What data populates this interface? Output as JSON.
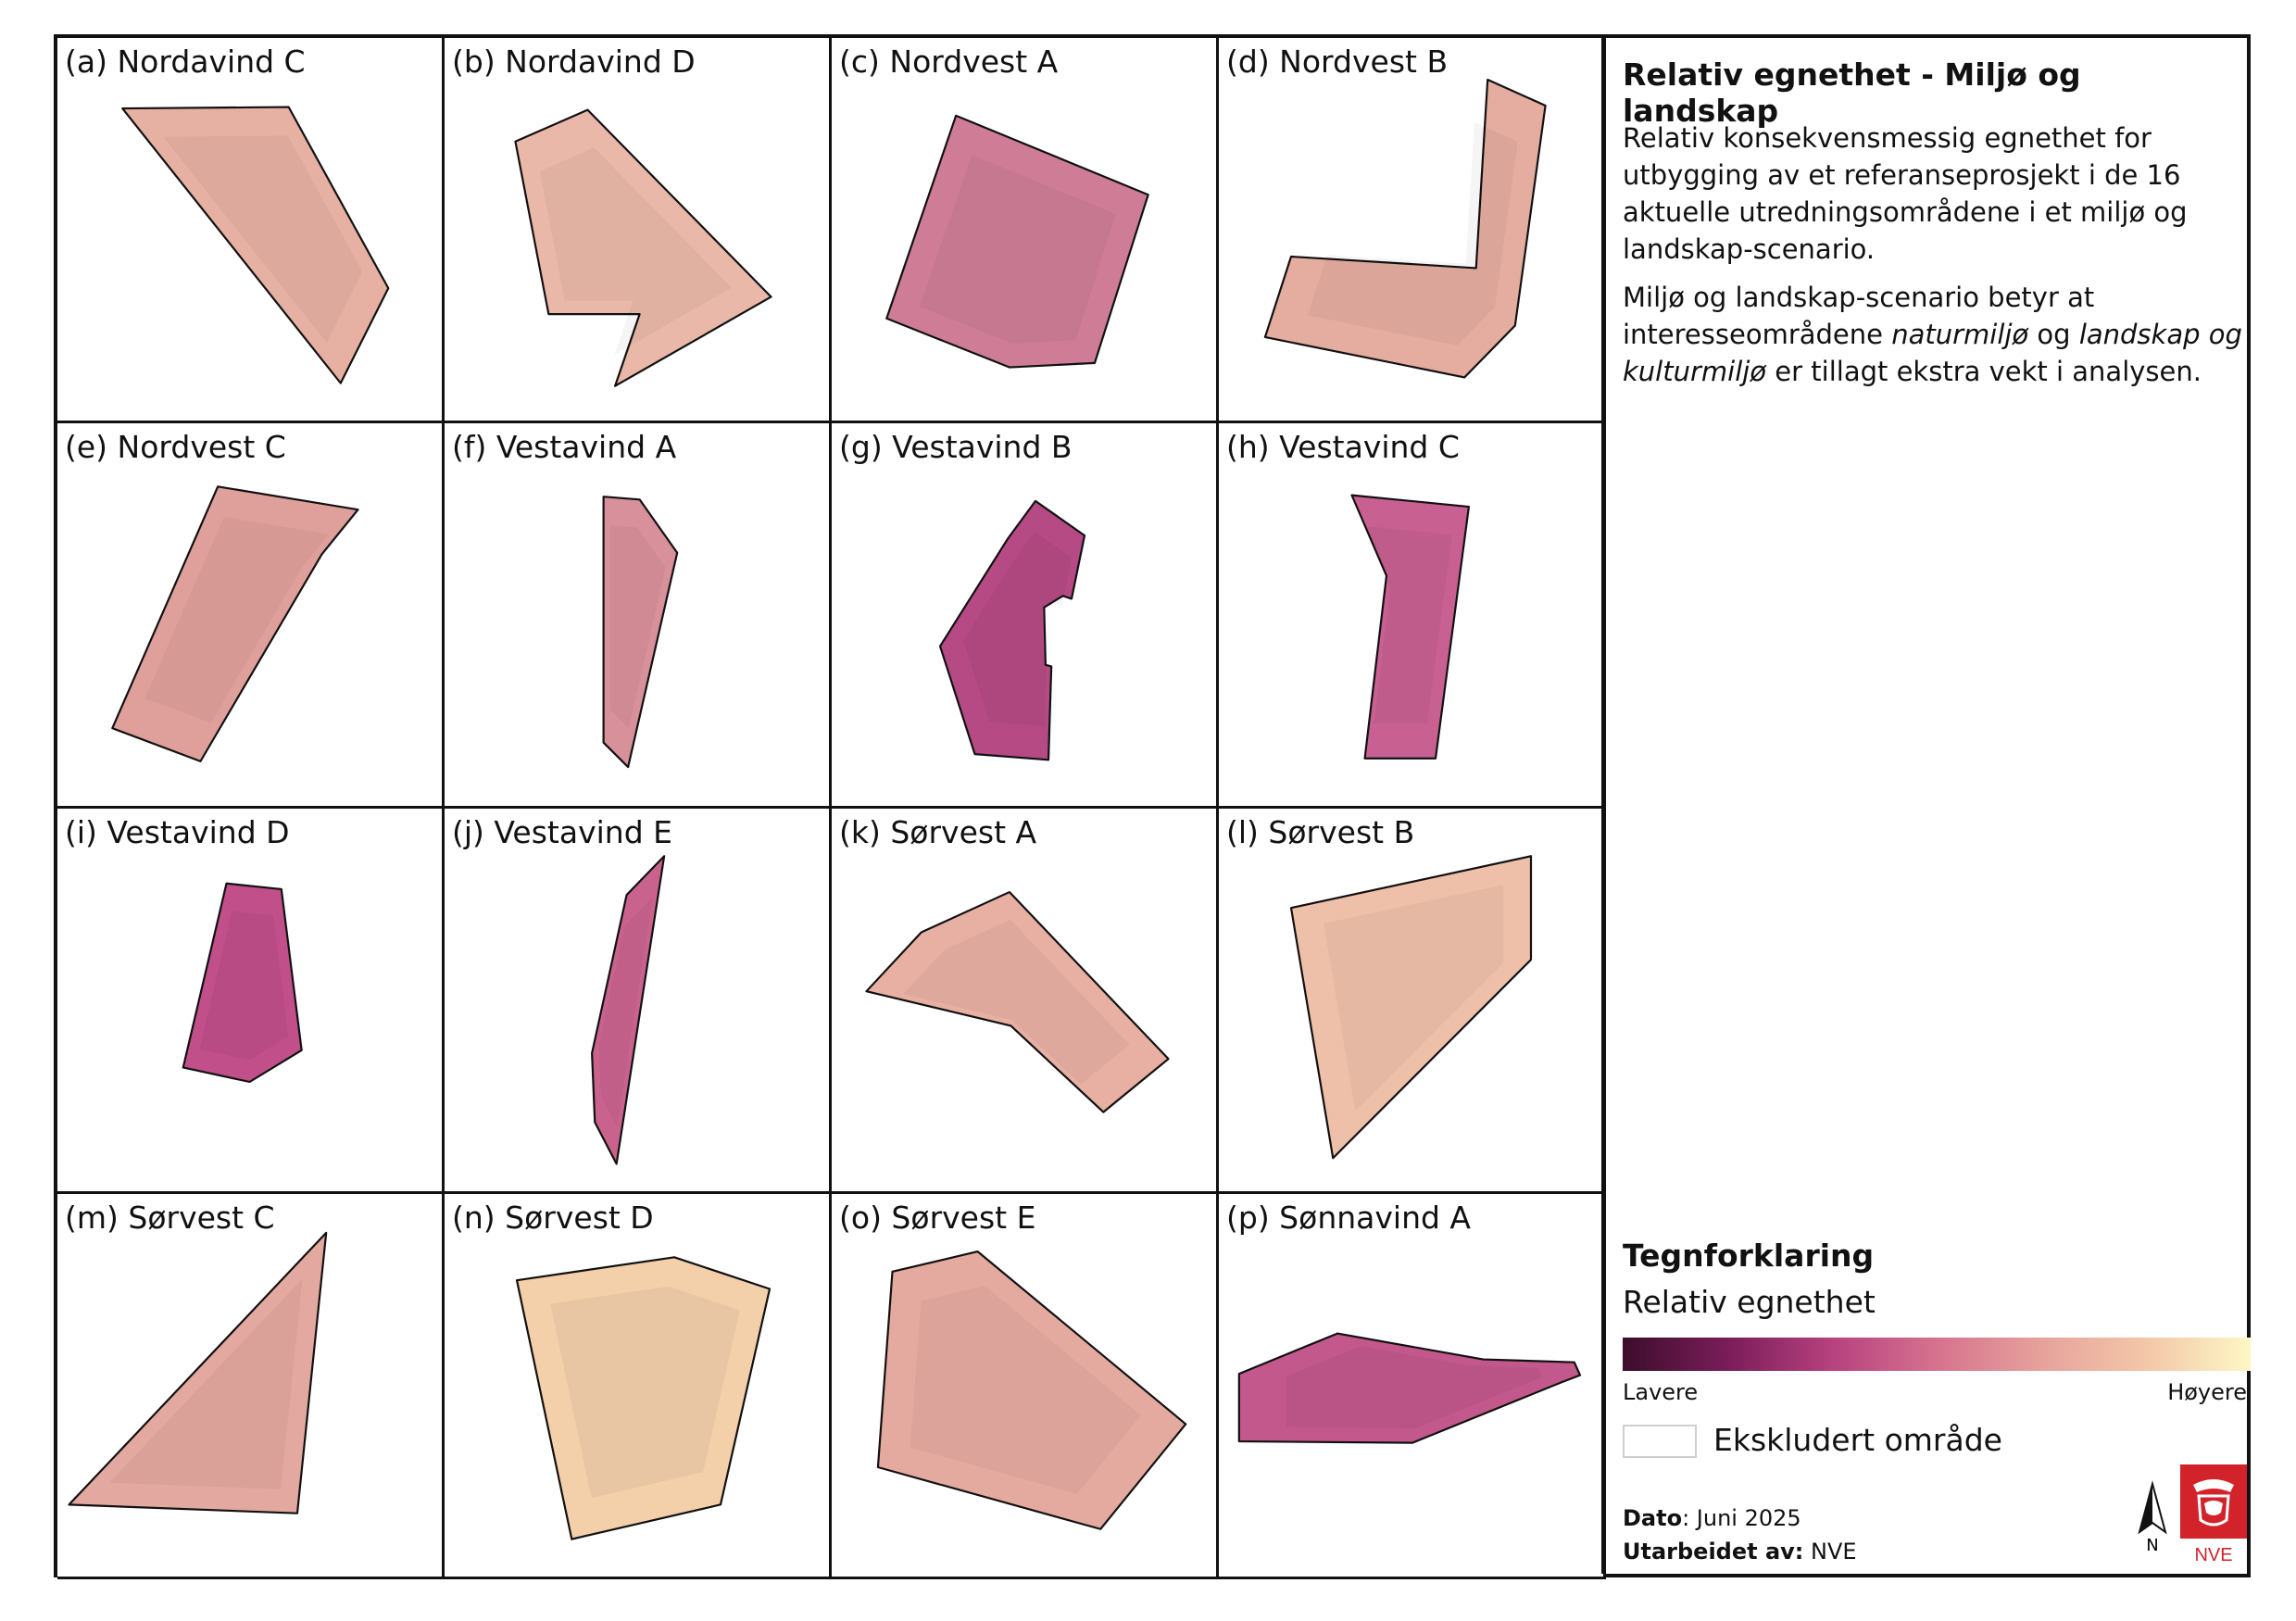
{
  "panels": [
    {
      "label": "(a) Nordavind C"
    },
    {
      "label": "(b) Nordavind D"
    },
    {
      "label": "(c) Nordvest A"
    },
    {
      "label": "(d) Nordvest B"
    },
    {
      "label": "(e) Nordvest C"
    },
    {
      "label": "(f) Vestavind A"
    },
    {
      "label": "(g) Vestavind B"
    },
    {
      "label": "(h) Vestavind C"
    },
    {
      "label": "(i) Vestavind D"
    },
    {
      "label": "(j) Vestavind E"
    },
    {
      "label": "(k) Sørvest A"
    },
    {
      "label": "(l) Sørvest B"
    },
    {
      "label": "(m) Sørvest C"
    },
    {
      "label": "(n) Sørvest D"
    },
    {
      "label": "(o) Sørvest E"
    },
    {
      "label": "(p) Sønnavind A"
    }
  ],
  "sidebar": {
    "title": "Relativ egnethet - Miljø og landskap",
    "paragraph1": "Relativ konsekvensmessig egnethet for utbygging av et referanseprosjekt i de 16 aktuelle utredningsområdene i et miljø og landskap-scenario.",
    "paragraph2_a": "Miljø og landskap-scenario betyr at interesseområdene ",
    "paragraph2_em1": "naturmiljø",
    "paragraph2_b": " og ",
    "paragraph2_em2": "landskap og kulturmiljø",
    "paragraph2_c": " er tillagt ekstra vekt i analysen."
  },
  "legend": {
    "title": "Tegnforklaring",
    "subtitle": "Relativ egnethet",
    "low_label": "Lavere",
    "high_label": "Høyere",
    "excluded_label": "Ekskludert område",
    "ramp_colors": [
      "#3d0d2c",
      "#7a1e5a",
      "#b6417e",
      "#d6728f",
      "#e6a39c",
      "#f2c6a8",
      "#fdf7c4"
    ]
  },
  "meta": {
    "date_label": "Dato",
    "date_value": ": Juni 2025",
    "by_label": "Utarbeidet av:",
    "by_value": " NVE"
  },
  "north_arrow": {
    "letter": "N",
    "icon": "north-arrow-icon"
  },
  "logo": {
    "text": "NVE",
    "icon": "nve-logo-icon",
    "color": "#d2232a"
  },
  "area_colors": {
    "a": "#e6b0a3",
    "b": "#eab8a8",
    "c": "#cf7d97",
    "d": "#e4ada0",
    "e": "#dfa09b",
    "f": "#d8909a",
    "g": "#b54a84",
    "h": "#c86091",
    "i": "#c04f8a",
    "j": "#c9638e",
    "k": "#e8b0a3",
    "l": "#eec0aa",
    "m": "#e3a89f",
    "n": "#f3cfaa",
    "o": "#e4aaa0",
    "p": "#c2588c"
  }
}
